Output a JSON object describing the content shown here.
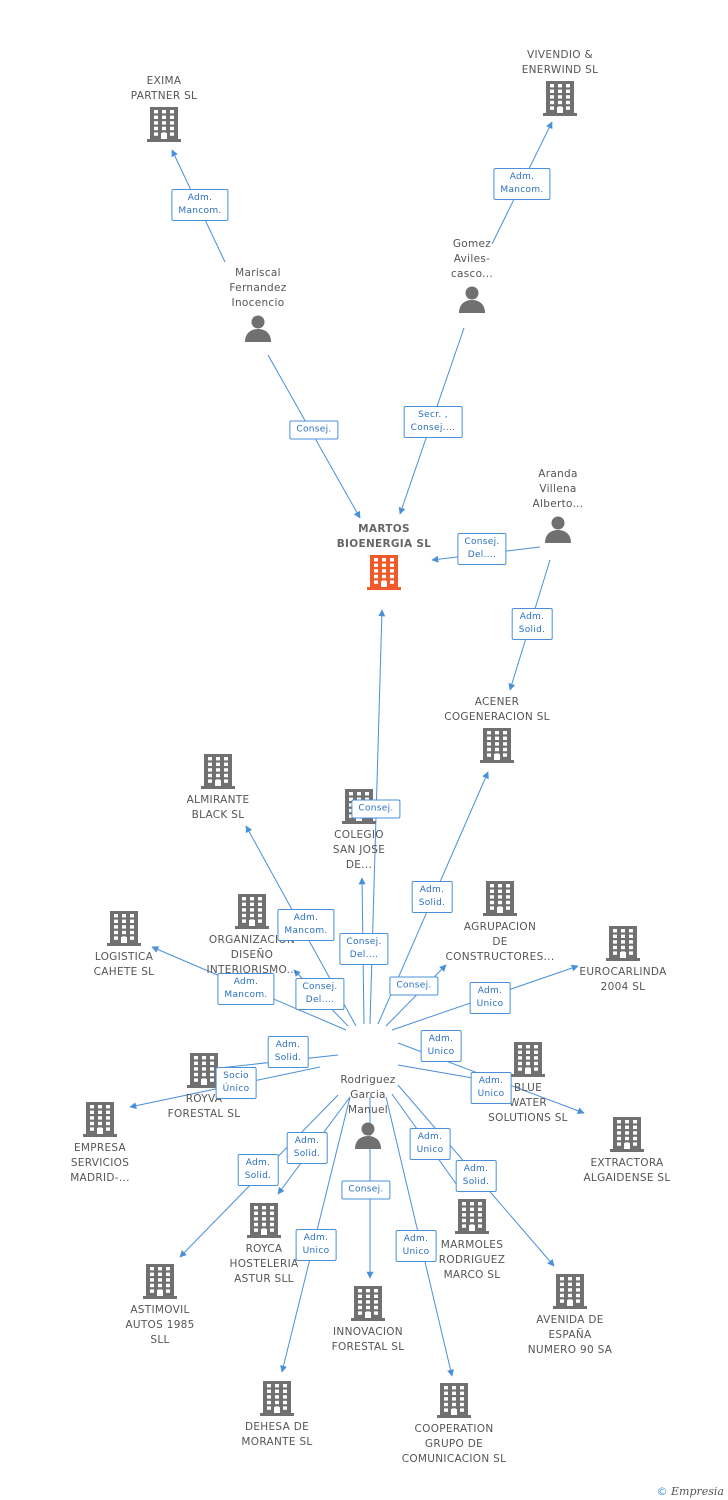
{
  "colors": {
    "edge": "#4a90d9",
    "node_icon": "#707070",
    "main_icon": "#f05a28",
    "box_text": "#2a6fc0"
  },
  "nodes": [
    {
      "id": "martos",
      "label": "MARTOS\nBIOENERGIA SL",
      "type": "company",
      "main": true
    },
    {
      "id": "exima",
      "label": "EXIMA\nPARTNER  SL",
      "type": "company"
    },
    {
      "id": "vivendio",
      "label": "VIVENDIO &\nENERWIND SL",
      "type": "company"
    },
    {
      "id": "mariscal",
      "label": "Mariscal\nFernandez\nInocencio",
      "type": "person"
    },
    {
      "id": "gomez",
      "label": "Gomez\nAviles-\ncasco...",
      "type": "person"
    },
    {
      "id": "aranda",
      "label": "Aranda\nVillena\nAlberto...",
      "type": "person"
    },
    {
      "id": "acener",
      "label": "ACENER\nCOGENERACION SL",
      "type": "company"
    },
    {
      "id": "almirante",
      "label": "ALMIRANTE\nBLACK SL",
      "type": "company"
    },
    {
      "id": "colegio",
      "label": "COLEGIO\nSAN JOSE\nDE...",
      "type": "company"
    },
    {
      "id": "organizacion",
      "label": "ORGANIZACION\nDISEÑO\nINTERIORISMO...",
      "type": "company"
    },
    {
      "id": "agrupacion",
      "label": "AGRUPACION\nDE\nCONSTRUCTORES...",
      "type": "company"
    },
    {
      "id": "logistica",
      "label": "LOGISTICA\nCAHETE  SL",
      "type": "company"
    },
    {
      "id": "eurocarlinda",
      "label": "EUROCARLINDA\n2004  SL",
      "type": "company"
    },
    {
      "id": "rodriguez",
      "label": "Rodriguez\nGarcia\nManuel",
      "type": "person"
    },
    {
      "id": "royva",
      "label": "ROYVA\nFORESTAL SL",
      "type": "company"
    },
    {
      "id": "bluewater",
      "label": "BLUE\nWATER\nSOLUTIONS SL",
      "type": "company"
    },
    {
      "id": "empresa",
      "label": "EMPRESA\nSERVICIOS\nMADRID-...",
      "type": "company"
    },
    {
      "id": "extractora",
      "label": "EXTRACTORA\nALGAIDENSE SL",
      "type": "company"
    },
    {
      "id": "royca",
      "label": "ROYCA\nHOSTELERIA\nASTUR SLL",
      "type": "company"
    },
    {
      "id": "marmoles",
      "label": "MARMOLES\nRODRIGUEZ\nMARCO SL",
      "type": "company"
    },
    {
      "id": "astimovil",
      "label": "ASTIMOVIL\nAUTOS 1985\nSLL",
      "type": "company"
    },
    {
      "id": "avenida",
      "label": "AVENIDA DE\nESPAÑA\nNUMERO 90 SA",
      "type": "company"
    },
    {
      "id": "innovacion",
      "label": "INNOVACION\nFORESTAL SL",
      "type": "company"
    },
    {
      "id": "dehesa",
      "label": "DEHESA DE\nMORANTE SL",
      "type": "company"
    },
    {
      "id": "cooperation",
      "label": "COOPERATION\nGRUPO DE\nCOMUNICACION SL",
      "type": "company"
    }
  ],
  "edges": [
    {
      "from": "mariscal",
      "to": "exima",
      "label": "Adm.\nMancom."
    },
    {
      "from": "gomez",
      "to": "vivendio",
      "label": "Adm.\nMancom."
    },
    {
      "from": "mariscal",
      "to": "martos",
      "label": "Consej."
    },
    {
      "from": "gomez",
      "to": "martos",
      "label": "Secr. ,\nConsej...."
    },
    {
      "from": "aranda",
      "to": "martos",
      "label": "Consej.\nDel...."
    },
    {
      "from": "aranda",
      "to": "acener",
      "label": "Adm.\nSolid."
    },
    {
      "from": "rodriguez",
      "to": "martos",
      "label": "Consej."
    },
    {
      "from": "rodriguez",
      "to": "acener",
      "label": "Adm.\nSolid."
    },
    {
      "from": "rodriguez",
      "to": "almirante",
      "label": "Adm.\nMancom."
    },
    {
      "from": "rodriguez",
      "to": "colegio",
      "label": "Consej.\nDel...."
    },
    {
      "from": "rodriguez",
      "to": "organizacion",
      "label": "Consej.\nDel...."
    },
    {
      "from": "rodriguez",
      "to": "agrupacion",
      "label": "Consej."
    },
    {
      "from": "rodriguez",
      "to": "logistica",
      "label": "Adm.\nMancom."
    },
    {
      "from": "rodriguez",
      "to": "eurocarlinda",
      "label": "Adm.\nUnico"
    },
    {
      "from": "rodriguez",
      "to": "royva",
      "label": "Adm.\nSolid."
    },
    {
      "from": "rodriguez",
      "to": "bluewater",
      "label": "Adm.\nUnico"
    },
    {
      "from": "rodriguez",
      "to": "extractora",
      "label": "Adm.\nUnico"
    },
    {
      "from": "rodriguez",
      "to": "empresa",
      "label": "Socio\nÚnico"
    },
    {
      "from": "rodriguez",
      "to": "royca",
      "label": "Adm.\nSolid."
    },
    {
      "from": "rodriguez",
      "to": "astimovil",
      "label": "Adm.\nSolid."
    },
    {
      "from": "rodriguez",
      "to": "marmoles",
      "label": "Adm.\nUnico"
    },
    {
      "from": "rodriguez",
      "to": "avenida",
      "label": "Adm.\nSolid."
    },
    {
      "from": "rodriguez",
      "to": "innovacion",
      "label": "Consej."
    },
    {
      "from": "rodriguez",
      "to": "dehesa",
      "label": "Adm.\nUnico"
    },
    {
      "from": "rodriguez",
      "to": "cooperation",
      "label": "Adm.\nUnico"
    }
  ],
  "footer": {
    "copyright": "©",
    "brand": "Empresia"
  }
}
